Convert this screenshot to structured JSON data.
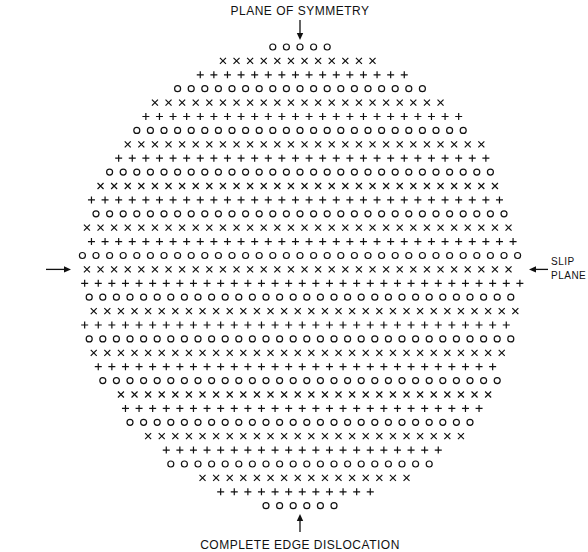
{
  "diagram": {
    "labels": [
      "PLANE OF SYMMETRY",
      "SLIP PLANE",
      "COMPLETE EDGE DISLOCATION"
    ]
  }
}
